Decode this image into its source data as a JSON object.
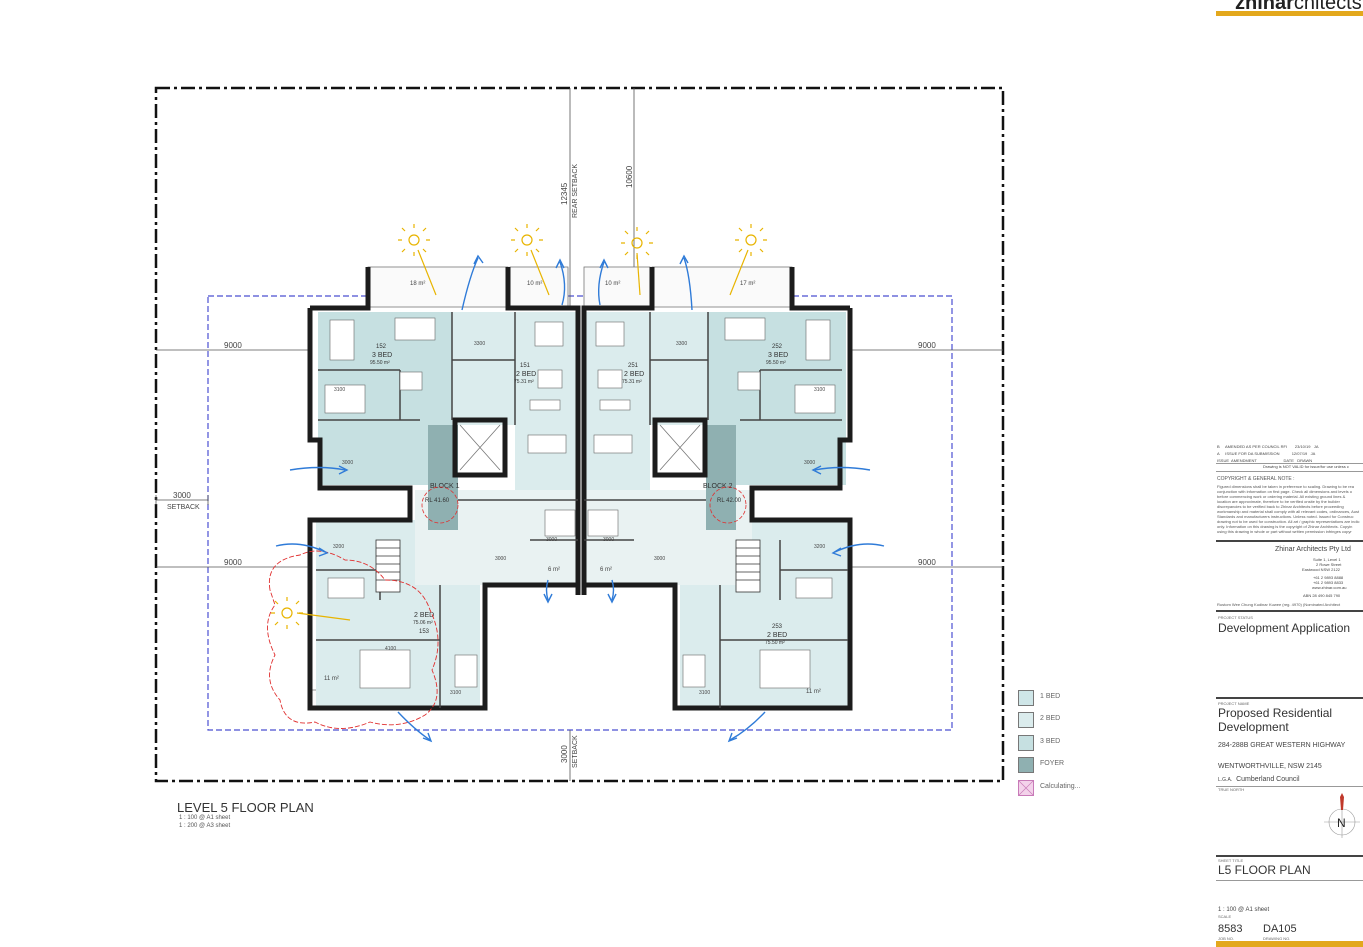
{
  "drawing": {
    "title": "LEVEL 5 FLOOR PLAN",
    "scale_a1": "1 : 100 @ A1 sheet",
    "scale_a3": "1 : 200 @ A3 sheet"
  },
  "setbacks": {
    "left_top": "9000",
    "right_top": "9000",
    "left_bottom": "9000",
    "right_bottom": "9000",
    "left_side_value": "3000",
    "left_side_label": "SETBACK",
    "rear_value": "12345",
    "rear_label": "REAR SETBACK",
    "rear_right_value": "10600",
    "bottom_value": "3000",
    "bottom_label": "SETBACK"
  },
  "blocks": [
    {
      "name": "BLOCK 1",
      "rl": "RL 41.60"
    },
    {
      "name": "BLOCK 2",
      "rl": "RL 42.00"
    }
  ],
  "units": [
    {
      "id": "152",
      "type": "3 BED",
      "area": "95.50 m²"
    },
    {
      "id": "151",
      "type": "2 BED",
      "area": "75.31 m²"
    },
    {
      "id": "251",
      "type": "2 BED",
      "area": "75.31 m²"
    },
    {
      "id": "252",
      "type": "3 BED",
      "area": "95.50 m²"
    },
    {
      "id": "153",
      "type": "2 BED",
      "area": "75.06 m²"
    },
    {
      "id": "253",
      "type": "2 BED",
      "area": "75.50 m²"
    }
  ],
  "balconies": [
    "18 m²",
    "10 m²",
    "10 m²",
    "17 m²",
    "11 m²",
    "11 m²",
    "6 m²",
    "6 m²"
  ],
  "room_dims": [
    "3300",
    "3100",
    "3000",
    "3300",
    "3100",
    "3000",
    "3200",
    "3200",
    "4100",
    "3100",
    "3100",
    "3000",
    "3000",
    "3000",
    "3000"
  ],
  "legend": [
    {
      "label": "1 BED",
      "color": "#cfe6e8"
    },
    {
      "label": "2 BED",
      "color": "#dbeced"
    },
    {
      "label": "3 BED",
      "color": "#c6e0e1"
    },
    {
      "label": "FOYER",
      "color": "#8fb0b1"
    },
    {
      "label": "Calculating...",
      "color": "#f3d2ea"
    }
  ],
  "title_block": {
    "logo_bold": "zhinar",
    "logo_light": "chitects",
    "revisions": [
      {
        "rev": "B",
        "desc": "AMENDED AS PER COUNCIL RFI",
        "date": "23/10/19",
        "by": "JA"
      },
      {
        "rev": "A",
        "desc": "ISSUE FOR DA SUBMISSION",
        "date": "12/07/19",
        "by": "JA"
      },
      {
        "rev": "ISSUE",
        "desc": "AMENDMENT",
        "date": "DATE",
        "by": "DRAWN"
      }
    ],
    "drawing_note": "Drawing is NOT VALID for issue/for use unless c",
    "copyright_heading": "COPYRIGHT & GENERAL NOTE :",
    "copyright_lines": [
      "Figured dimensions shall be taken in preference to scaling. Drawing to be rea",
      "conjunction with information on first page. Check all dimensions and levels o",
      "before commencing work or ordering material. All existing ground lines &",
      "location are approximate, therefore to be verified onsite by the builder",
      "discrepancies to be verified back to Zhinar Architects before proceeding",
      "workmanship and material shall comply with all relevant codes, ordinances, Aust",
      "Standards and manufacturers instructions. Unless noted. Issued for Construc",
      "drawing not to be used for construction. All art / graphic representations are indic",
      "only. Information on this drawing is the copyright of Zhinar Architects. Copyin",
      "using this drawing in whole or part without written permission infringes copyr"
    ],
    "firm_name": "Zhinar Architects Pty Ltd",
    "firm_address": [
      "Suite 1, Level 1",
      "2 Rowe Street",
      "Eastwood NSW 2122"
    ],
    "firm_phone": [
      "+61 2 9893 8888",
      "+61 2 9893 8833"
    ],
    "firm_web": "www.zhinar.com.au",
    "firm_abn": "ABN 28 490 845 790",
    "nominated": "Rustom Wee Chung Kudinar Kuwee (reg. 4970)   (Nominated Architect",
    "project_status_label": "PROJECT STATUS",
    "project_status": "Development Application",
    "project_name_label": "PROJECT NAME",
    "project_name_1": "Proposed Residential",
    "project_name_2": "Development",
    "address_1": "284-288B GREAT WESTERN HIGHWAY",
    "address_2": "WENTWORTHVILLE, NSW 2145",
    "lga_label": "L.G.A.",
    "lga": "Cumberland Council",
    "true_north_label": "TRUE NORTH",
    "north": "N",
    "sheet_title_label": "SHEET TITLE",
    "sheet_title": "L5 FLOOR PLAN",
    "scale": "1 : 100 @ A1 sheet",
    "scale_label": "SCALE",
    "job_no": "8583",
    "job_label": "JOB No.",
    "drawing_no": "DA105",
    "drawing_label": "DRAWING No."
  }
}
